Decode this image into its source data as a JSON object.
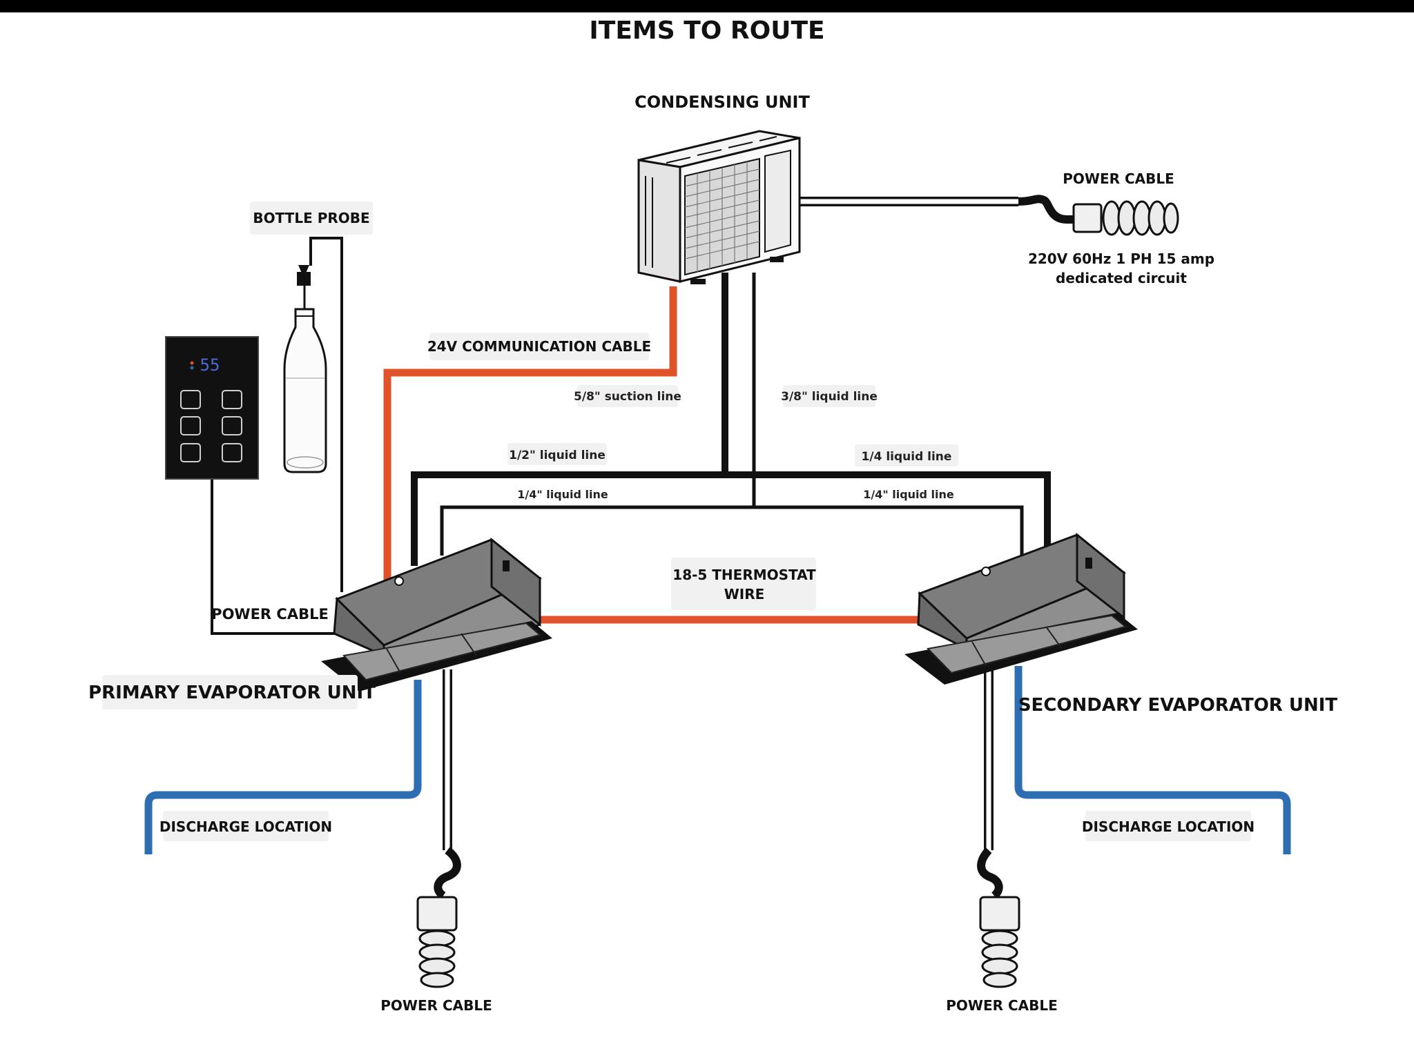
{
  "title": "ITEMS TO ROUTE",
  "labels": {
    "condensing_unit": "CONDENSING UNIT",
    "power_cable_top": "POWER CABLE",
    "circuit_line1": "220V 60Hz 1 PH 15 amp",
    "circuit_line2": "dedicated circuit",
    "bottle_probe": "BOTTLE PROBE",
    "comm_cable": "24V COMMUNICATION CABLE",
    "suction_58": "5/8\" suction line",
    "liquid_38": "3/8\" liquid line",
    "line_12": "1/2\" liquid line",
    "line_14_right": "1/4 liquid line",
    "line_14_inner_left": "1/4\" liquid line",
    "line_14_inner_right": "1/4\" liquid line",
    "thermostat_line1": "18-5 THERMOSTAT",
    "thermostat_line2": "WIRE",
    "power_cable_controller": "POWER CABLE",
    "primary_unit": "PRIMARY EVAPORATOR UNIT",
    "secondary_unit": "SECONDARY EVAPORATOR UNIT",
    "discharge_left": "DISCHARGE LOCATION",
    "discharge_right": "DISCHARGE LOCATION",
    "power_cable_left": "POWER CABLE",
    "power_cable_right": "POWER CABLE",
    "controller_display": "55"
  },
  "colors": {
    "refrigerant_line": "#111111",
    "communication_cable": "#e0532a",
    "drain_line": "#2d6db2",
    "unit_body": "#8a8a8a",
    "controller": "#111111"
  },
  "icons": {
    "condensing_unit": "condenser-icon",
    "evaporator": "evaporator-icon",
    "controller": "thermostat-controller-icon",
    "bottle": "bottle-icon",
    "plug": "power-plug-icon"
  }
}
